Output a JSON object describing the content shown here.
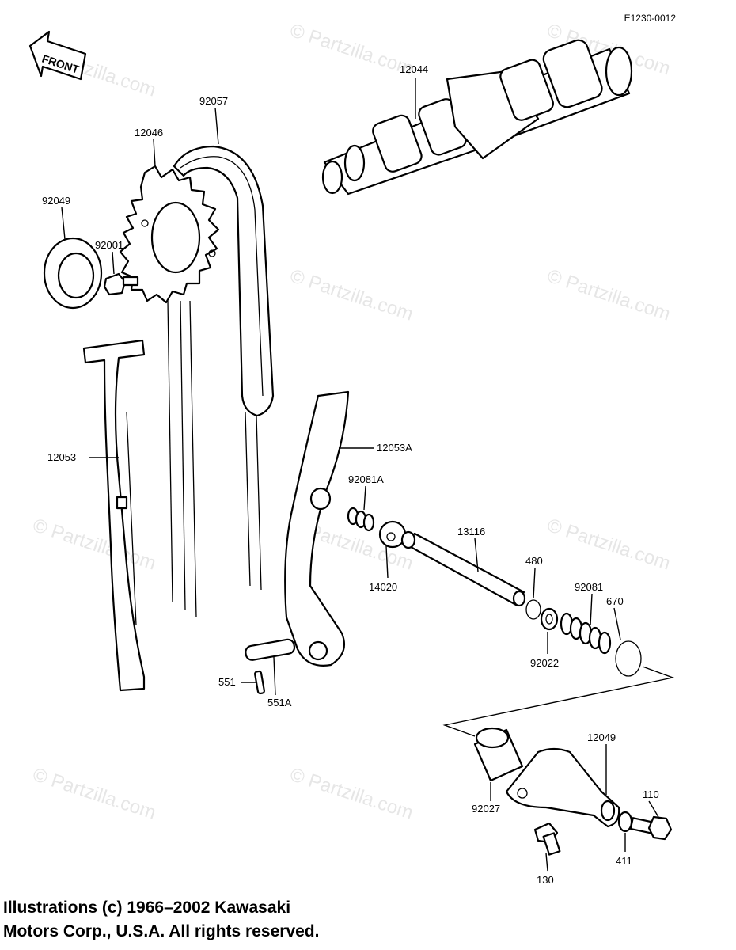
{
  "diagram": {
    "ref_code": "E1230-0012",
    "front_arrow": "FRONT",
    "watermark": "© Partzilla.com",
    "labels": {
      "p12044": "12044",
      "p92057": "92057",
      "p12046": "12046",
      "p92049": "92049",
      "p92001": "92001",
      "p12053": "12053",
      "p12053A": "12053A",
      "p92081A": "92081A",
      "p13116": "13116",
      "p14020": "14020",
      "p480": "480",
      "p92081": "92081",
      "p670": "670",
      "p92022": "92022",
      "p551": "551",
      "p551A": "551A",
      "p12049": "12049",
      "p92027": "92027",
      "p110": "110",
      "p411": "411",
      "p130": "130"
    },
    "copyright_line1": "Illustrations (c) 1966–2002 Kawasaki",
    "copyright_line2": "Motors Corp., U.S.A.  All rights reserved."
  }
}
